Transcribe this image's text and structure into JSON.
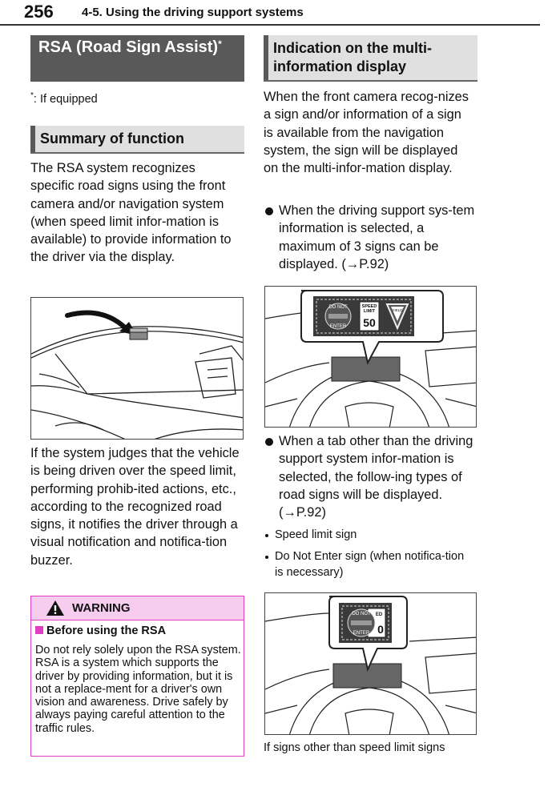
{
  "header": {
    "page_number": "256",
    "chapter": "4-5. Using the driving support systems"
  },
  "left": {
    "section_title": "RSA (Road Sign Assist)",
    "section_title_mark": "*",
    "footnote_mark": "*",
    "footnote_text": ": If equipped",
    "summary_title": "Summary of function",
    "summary_text": "The RSA system recognizes specific road signs using the front camera and/or navigation system (when speed limit infor-mation is available) to provide information to the driver via the display.",
    "judges_text": "If the system judges that the vehicle is being driven over the speed limit, performing prohib-ited actions, etc., according to the recognized road signs, it notifies the driver through a visual notification and notifica-tion buzzer."
  },
  "warning": {
    "label": "WARNING",
    "subheading": "Before using the RSA",
    "body": "Do not rely solely upon the RSA system. RSA is a system which supports the driver by providing information, but it is not a replace-ment for a driver's own vision and awareness. Drive safely by always paying careful attention to the traffic rules."
  },
  "right": {
    "section_title": "Indication on the multi-information display",
    "intro_text": "When the front camera recog-nizes a sign and/or information of a sign is available from the navigation system, the sign will be displayed on the multi-infor-mation display.",
    "bullet1": "When the driving support sys-tem information is selected, a maximum of 3 signs can be displayed. (→P.92)",
    "bullet2": "When a tab other than the driving support system infor-mation is selected, the follow-ing types of road signs will be displayed. (→P.92)",
    "sub1": "Speed limit sign",
    "sub2": "Do Not Enter sign (when notifica-tion is necessary)",
    "caption": "If signs other than speed limit signs"
  },
  "figures": {
    "sign_do_not_line1": "DO NOT",
    "sign_do_not_line2": "ENTER",
    "sign_speed_line1": "SPEED",
    "sign_speed_line2": "LIMIT",
    "sign_speed_value": "50",
    "sign_yield": "YIELD",
    "sign2_speed_partial": "ED",
    "sign2_speed_value_partial": "0"
  },
  "colors": {
    "title_dark": "#595959",
    "title_light": "#e0e0e0",
    "warning_border": "#e040c0",
    "warning_fill": "#f6cdee"
  }
}
